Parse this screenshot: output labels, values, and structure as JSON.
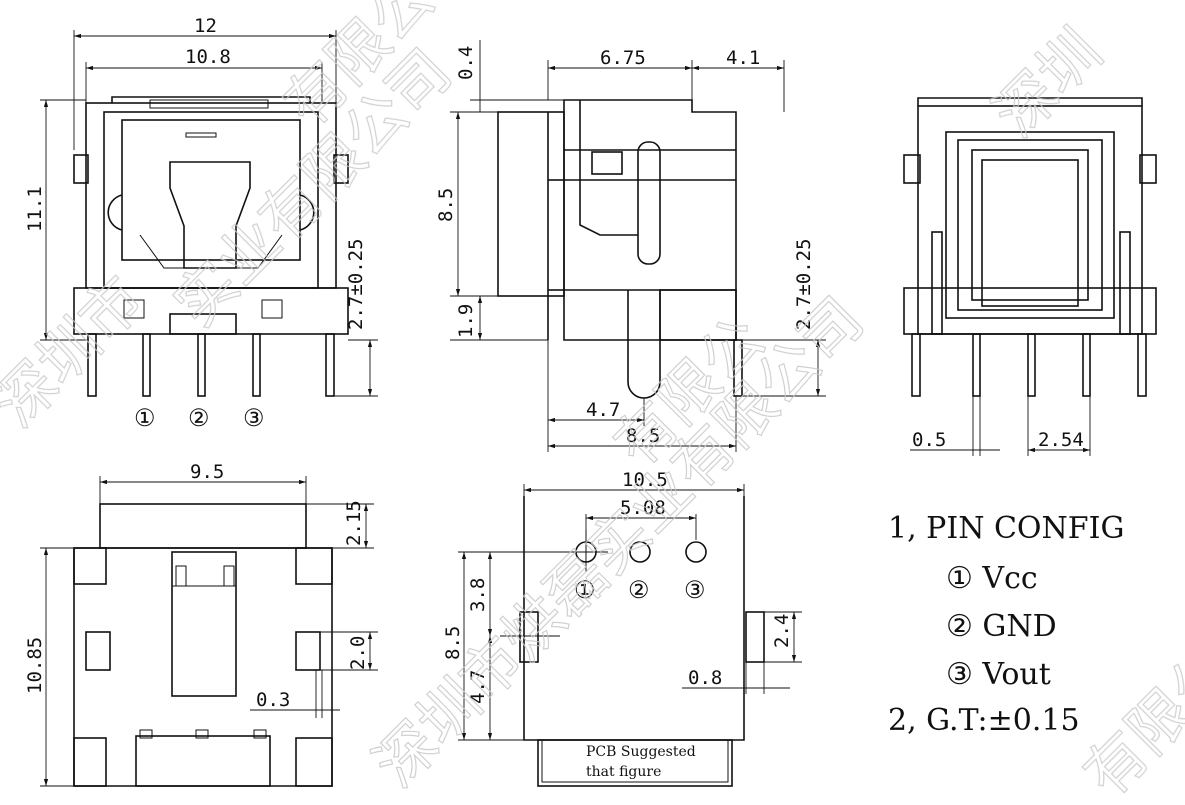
{
  "views": {
    "front": {
      "dims": {
        "width_outer": "12",
        "width_inner": "10.8",
        "height": "11.1",
        "pin_height": "2.7±0.25"
      },
      "pins": [
        "①",
        "②",
        "③"
      ]
    },
    "side": {
      "dims": {
        "top_offset": "0.4",
        "left_depth": "6.75",
        "right_depth": "4.1",
        "body_height": "8.5",
        "base_height": "1.9",
        "pin_height": "2.7±0.25",
        "pin_offset": "4.7",
        "total_depth": "8.5"
      }
    },
    "rear": {
      "dims": {
        "pin_width": "0.5",
        "pin_pitch": "2.54"
      }
    },
    "bottom": {
      "dims": {
        "width": "9.5",
        "protrusion": "2.15",
        "height": "10.85",
        "tab_height": "2.0",
        "tab_gap": "0.3"
      }
    },
    "pcb": {
      "dims": {
        "width": "10.5",
        "pitch": "5.08",
        "row_offset": "3.8",
        "total_height": "8.5",
        "lower_offset": "4.7",
        "slot_height": "2.4",
        "slot_width": "0.8"
      },
      "pins": [
        "①",
        "②",
        "③"
      ],
      "note_line1": "PCB Suggested",
      "note_line2": "that figure"
    }
  },
  "notes": {
    "line1": "1, PIN CONFIG",
    "pin1": "① Vcc",
    "pin2": "② GND",
    "pin3": "③ Vout",
    "line2": "2, G.T:±0.15"
  },
  "watermark": {
    "fragment1": "深圳市",
    "fragment2": "有限公",
    "fragment3": "深圳",
    "fragment4": "深圳市烘磊实业有限公司",
    "fragment5": "实业有限公司",
    "fragment6": "深圳市烘磊实业有限公司",
    "fragment7": "有限公"
  }
}
